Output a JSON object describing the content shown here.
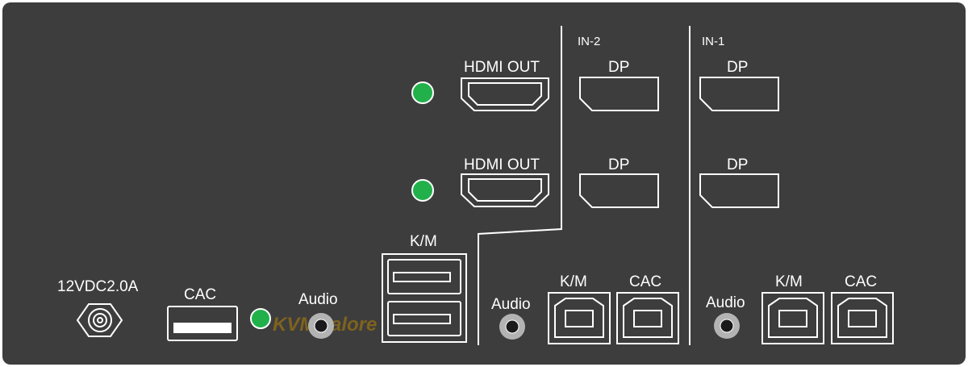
{
  "colors": {
    "panel": "#3d3d3d",
    "stroke": "#ffffff",
    "led": "#22b04b",
    "led_ring": "#ffffff",
    "jack_ring": "#b3b3b3",
    "jack_hole": "#000000"
  },
  "power": {
    "label": "12VDC2.0A"
  },
  "usb_cac": {
    "label": "CAC"
  },
  "audio_out": {
    "label": "Audio"
  },
  "km_hub": {
    "label": "K/M"
  },
  "outputs": [
    {
      "label": "HDMI OUT"
    },
    {
      "label": "HDMI OUT"
    }
  ],
  "inputs": [
    {
      "group_label": "IN-2",
      "dp_ports": [
        {
          "label": "DP"
        },
        {
          "label": "DP"
        }
      ],
      "audio_label": "Audio",
      "km_label": "K/M",
      "cac_label": "CAC"
    },
    {
      "group_label": "IN-1",
      "dp_ports": [
        {
          "label": "DP"
        },
        {
          "label": "DP"
        }
      ],
      "audio_label": "Audio",
      "km_label": "K/M",
      "cac_label": "CAC"
    }
  ],
  "watermark": {
    "text": "KVMGalore"
  }
}
